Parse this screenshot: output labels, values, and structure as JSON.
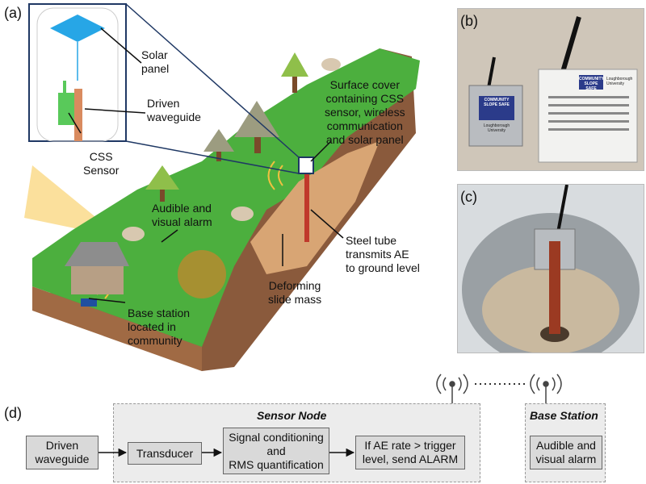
{
  "panels": {
    "a": "(a)",
    "b": "(b)",
    "c": "(c)",
    "d": "(d)"
  },
  "labels": {
    "solar_panel": [
      "Solar",
      "panel"
    ],
    "driven_waveguide": [
      "Driven",
      "waveguide"
    ],
    "css_sensor": [
      "CSS",
      "Sensor"
    ],
    "surface_cover": [
      "Surface cover",
      "containing CSS",
      "sensor, wireless",
      "communication",
      "and solar panel"
    ],
    "alarm": [
      "Audible and",
      "visual alarm"
    ],
    "steel_tube": [
      "Steel tube",
      "transmits AE",
      "to ground level"
    ],
    "deforming": [
      "Deforming",
      "slide mass"
    ],
    "base_station_loc": [
      "Base station",
      "located in",
      "community"
    ]
  },
  "photo_b": {
    "small_box_title": [
      "COMMUNITY",
      "SLOPE SAFE"
    ],
    "small_box_brand": [
      "Loughborough",
      "University"
    ],
    "large_box_title": [
      "COMMUNITY",
      "SLOPE SAFE"
    ],
    "large_box_brand": [
      "Loughborough",
      "University"
    ]
  },
  "flow": {
    "sensor_node_title": "Sensor Node",
    "base_station_title": "Base Station",
    "driven_waveguide": [
      "Driven",
      "waveguide"
    ],
    "transducer": "Transducer",
    "signal": [
      "Signal conditioning",
      "and",
      "RMS quantification"
    ],
    "ae_rate": [
      "If AE rate > trigger",
      "level, send ALARM"
    ],
    "alarm": [
      "Audible and",
      "visual alarm"
    ]
  },
  "colors": {
    "grass": "#4caf3e",
    "soil": "#8a5a3c",
    "inset_border": "#1f3864",
    "solar": "#27a6e6",
    "sensor": "#59c95a",
    "tube": "#d98b5f"
  }
}
